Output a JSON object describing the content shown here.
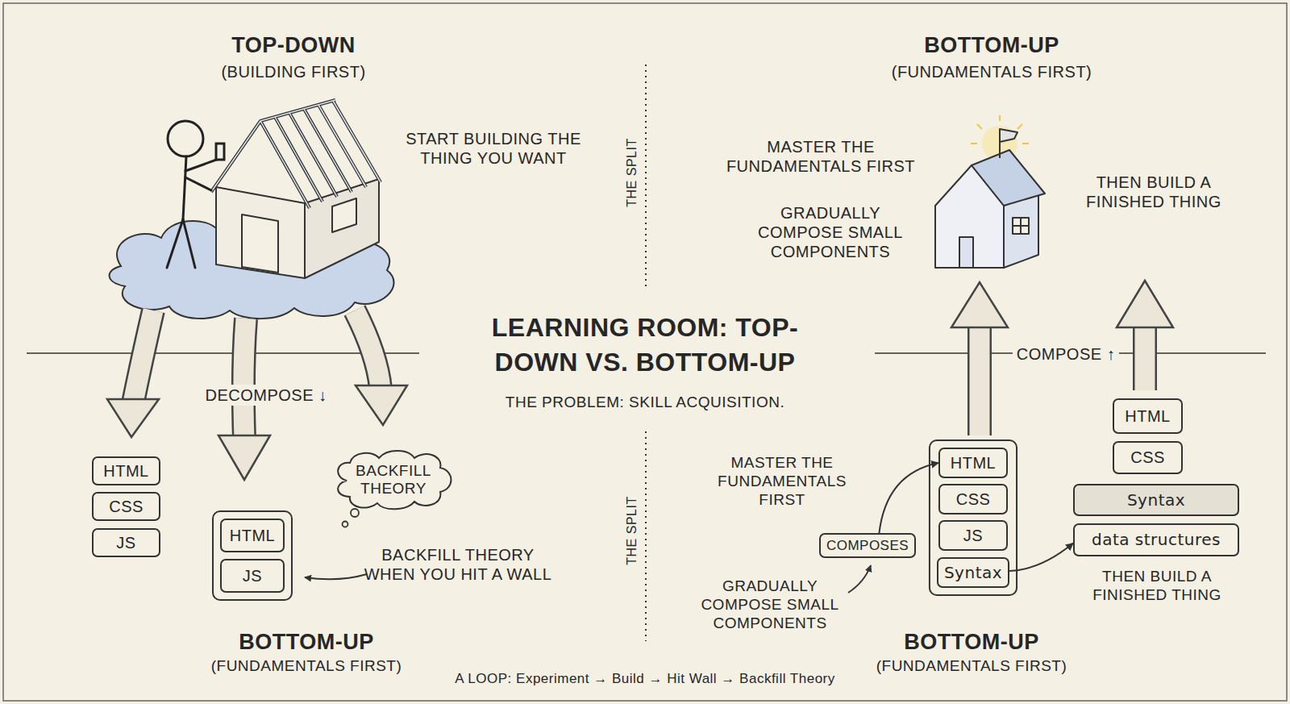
{
  "diagram": {
    "title": "LEARNING ROOM: TOP-DOWN VS. BOTTOM-UP",
    "caption": "THE PROBLEM: SKILL ACQUISITION.",
    "nodes": [
      {
        "text": [
          "HTML"
        ]
      },
      {
        "text": [
          "CSS"
        ]
      },
      {
        "text": [
          "JS"
        ]
      },
      {
        "text": [
          "HTML"
        ]
      },
      {
        "text": [
          "JS"
        ]
      },
      {
        "text": [
          "BACKFILL THEORY"
        ]
      },
      {
        "text": [
          "COMPOSES"
        ]
      },
      {
        "text": [
          "HTML"
        ]
      },
      {
        "text": [
          "CSS"
        ]
      },
      {
        "text": [
          "JS"
        ]
      },
      {
        "text": [
          "Syntax"
        ]
      },
      {
        "text": [
          "HTML"
        ]
      },
      {
        "text": [
          "CSS"
        ]
      },
      {
        "text": [
          "Syntax"
        ]
      },
      {
        "text": [
          "data structures"
        ]
      }
    ],
    "edges": [
      {
        "from": 6,
        "to": 7,
        "arrow": "to"
      },
      {
        "from": 10,
        "to": 14,
        "arrow": "to"
      }
    ],
    "labels": [
      "TOP-DOWN",
      "(BUILDING FIRST)",
      "BOTTOM-UP",
      "(FUNDAMENTALS FIRST)",
      "START BUILDING THE THING YOU WANT",
      "THE SPLIT",
      "MASTER THE FUNDAMENTALS FIRST",
      "GRADUALLY COMPOSE SMALL COMPONENTS",
      "THEN BUILD A FINISHED THING",
      "DECOMPOSE ↓",
      "COMPOSE ↑",
      "BACKFILL THEORY WHEN YOU HIT A WALL",
      "THE SPLIT",
      "MASTER THE FUNDAMENTALS FIRST",
      "GRADUALLY COMPOSE SMALL COMPONENTS",
      "THEN BUILD A FINISHED THING",
      "BOTTOM-UP",
      "(FUNDAMENTALS FIRST)",
      "BOTTOM-UP",
      "(FUNDAMENTALS FIRST)",
      "A LOOP: Experiment → Build → Hit Wall → Backfill Theory"
    ]
  }
}
